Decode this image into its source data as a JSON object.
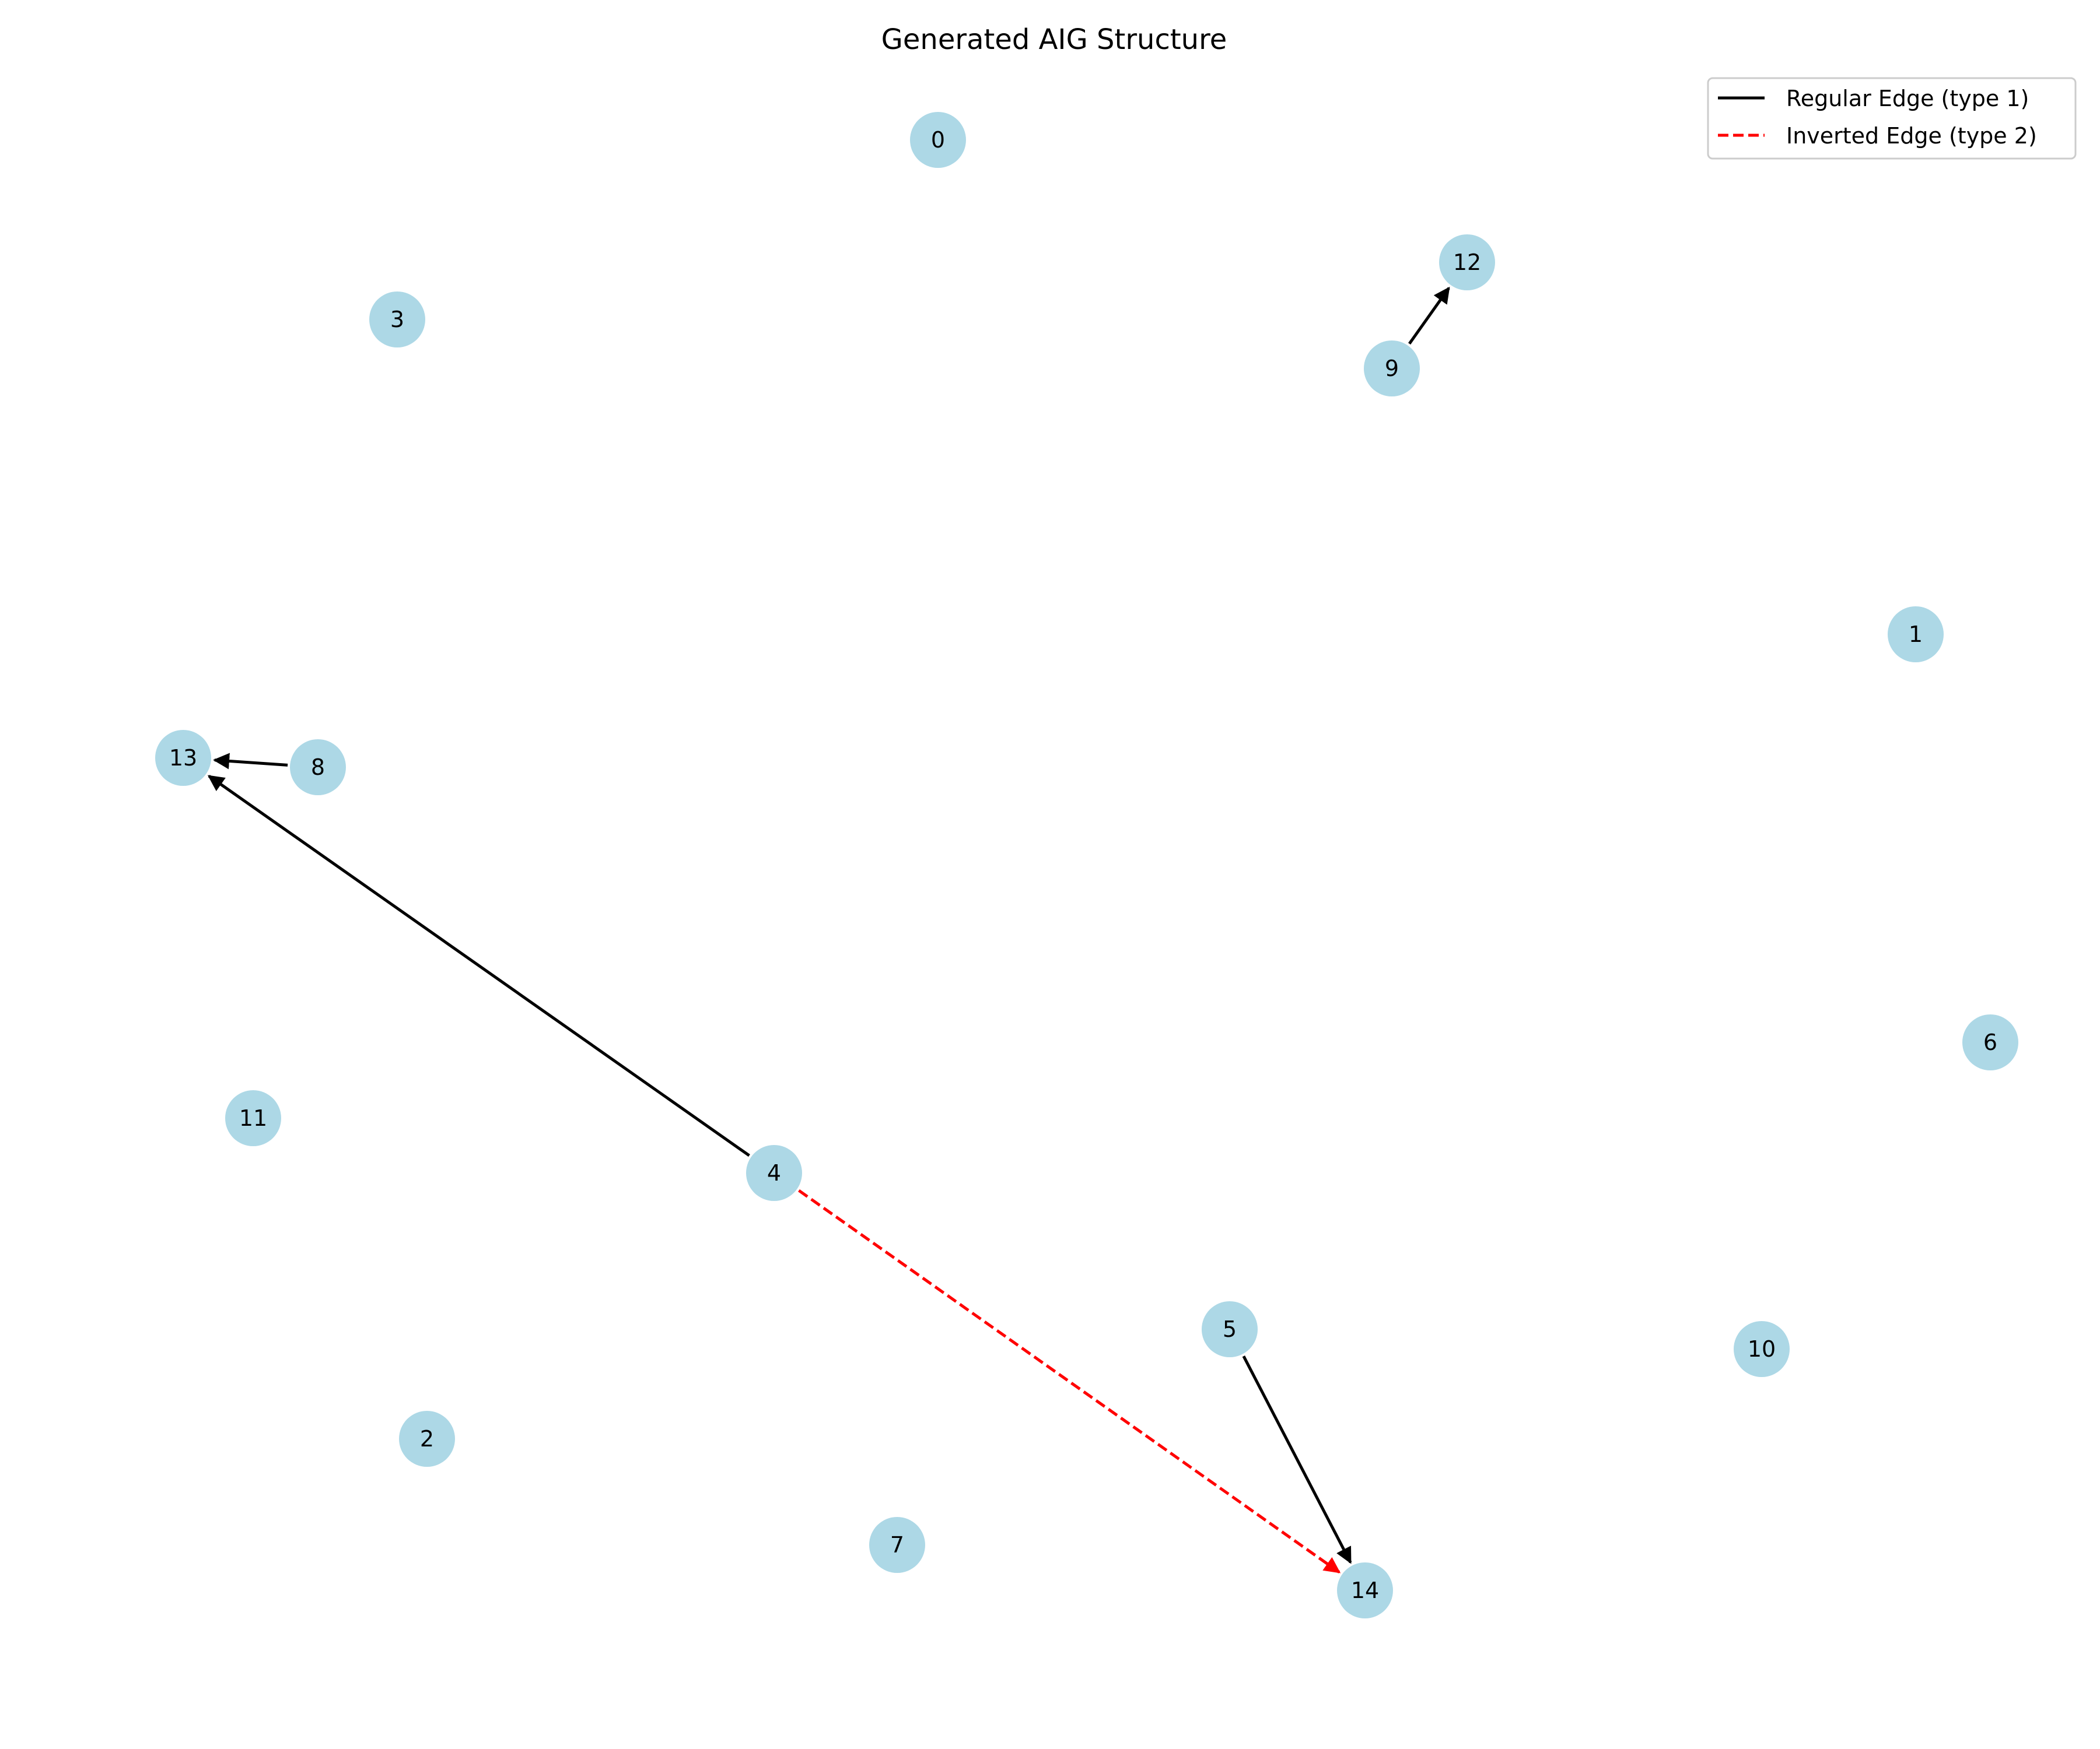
{
  "title": "Generated AIG Structure",
  "legend": {
    "regular_label": "Regular Edge (type 1)",
    "inverted_label": "Inverted Edge (type 2)"
  },
  "colors": {
    "node_fill": "#add8e6",
    "regular_edge": "#000000",
    "inverted_edge": "#ff0000"
  },
  "nodes": [
    {
      "id": "0"
    },
    {
      "id": "1"
    },
    {
      "id": "2"
    },
    {
      "id": "3"
    },
    {
      "id": "4"
    },
    {
      "id": "5"
    },
    {
      "id": "6"
    },
    {
      "id": "7"
    },
    {
      "id": "8"
    },
    {
      "id": "9"
    },
    {
      "id": "10"
    },
    {
      "id": "11"
    },
    {
      "id": "12"
    },
    {
      "id": "13"
    },
    {
      "id": "14"
    }
  ],
  "edges": [
    {
      "from": "9",
      "to": "12",
      "type": 1
    },
    {
      "from": "8",
      "to": "13",
      "type": 1
    },
    {
      "from": "4",
      "to": "13",
      "type": 1
    },
    {
      "from": "5",
      "to": "14",
      "type": 1
    },
    {
      "from": "4",
      "to": "14",
      "type": 2
    }
  ]
}
